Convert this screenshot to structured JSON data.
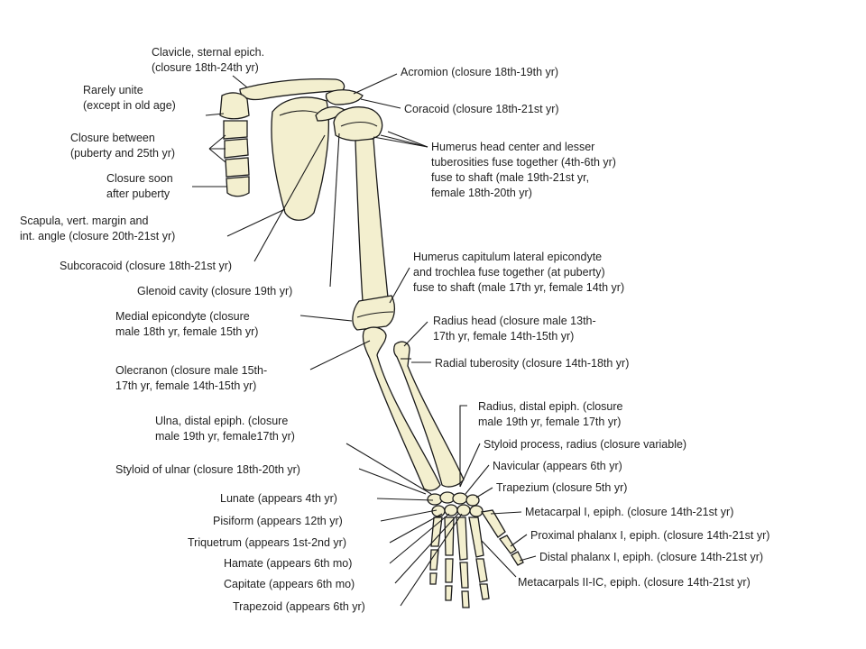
{
  "labels": {
    "clavicle": [
      "Clavicle, sternal epich.",
      "(closure 18th-24th yr)"
    ],
    "rarely": [
      "Rarely unite",
      "(except in old age)"
    ],
    "closure_between": [
      "Closure between",
      "(puberty and 25th yr)"
    ],
    "closure_soon": [
      "Closure soon",
      "after puberty"
    ],
    "scapula": [
      "Scapula, vert. margin and",
      "int. angle (closure 20th-21st yr)"
    ],
    "subcoracoid": [
      "Subcoracoid (closure 18th-21st yr)"
    ],
    "glenoid": [
      "Glenoid cavity (closure 19th yr)"
    ],
    "medial_epicondyte": [
      "Medial epicondyte (closure",
      "male 18th yr, female 15th yr)"
    ],
    "olecranon": [
      "Olecranon (closure male 15th-",
      "17th yr, female 14th-15th yr)"
    ],
    "ulna_distal": [
      "Ulna, distal epiph. (closure",
      "male 19th yr, female17th yr)"
    ],
    "styloid_ulnar": [
      "Styloid of ulnar (closure 18th-20th yr)"
    ],
    "lunate": [
      "Lunate (appears 4th yr)"
    ],
    "pisiform": [
      "Pisiform (appears 12th yr)"
    ],
    "triquetrum": [
      "Triquetrum (appears 1st-2nd yr)"
    ],
    "hamate": [
      "Hamate (appears 6th mo)"
    ],
    "capitate": [
      "Capitate (appears 6th mo)"
    ],
    "trapezoid": [
      "Trapezoid (appears 6th yr)"
    ],
    "acromion": [
      "Acromion (closure 18th-19th yr)"
    ],
    "coracoid": [
      "Coracoid (closure 18th-21st yr)"
    ],
    "humerus_head": [
      "Humerus head center and lesser",
      "tuberosities fuse together (4th-6th yr)",
      "fuse to shaft (male 19th-21st yr,",
      "female 18th-20th yr)"
    ],
    "humerus_capitulum": [
      "Humerus capitulum lateral epicondyte",
      "and trochlea fuse together (at puberty)",
      "fuse to shaft (male 17th yr, female 14th yr)"
    ],
    "radius_head": [
      "Radius head (closure male 13th-",
      "17th yr, female 14th-15th yr)"
    ],
    "radial_tuberosity": [
      "Radial tuberosity (closure 14th-18th yr)"
    ],
    "radius_distal": [
      "Radius, distal epiph. (closure",
      "male 19th yr, female 17th yr)"
    ],
    "styloid_radius": [
      "Styloid process, radius (closure variable)"
    ],
    "navicular": [
      "Navicular (appears 6th yr)"
    ],
    "trapezium": [
      "Trapezium (closure 5th yr)"
    ],
    "metacarpal_i": [
      "Metacarpal I, epiph. (closure 14th-21st yr)"
    ],
    "proximal_phalanx": [
      "Proximal phalanx I, epiph. (closure 14th-21st yr)"
    ],
    "distal_phalanx": [
      "Distal phalanx I, epiph. (closure 14th-21st yr)"
    ],
    "metacarpals_ii": [
      "Metacarpals II-IC, epiph. (closure 14th-21st yr)"
    ]
  },
  "colors": {
    "bone_fill": "#f3efcf",
    "outline": "#1a1a1a",
    "text": "#222222"
  }
}
